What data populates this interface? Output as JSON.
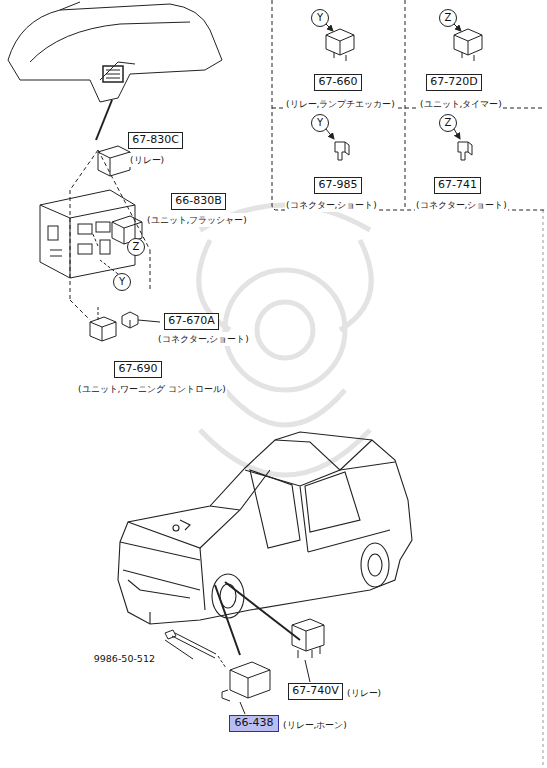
{
  "diagram": {
    "nodes": [
      {
        "text": [
          "Y"
        ]
      },
      {
        "text": [
          "Z"
        ]
      },
      {
        "text": [
          "67-660",
          "(リレー,ランプチエッカー)"
        ]
      },
      {
        "text": [
          "67-720D",
          "(ユニット,タイマー)"
        ]
      },
      {
        "text": [
          "Y"
        ]
      },
      {
        "text": [
          "Z"
        ]
      },
      {
        "text": [
          "67-985",
          "(コネクター,ショート)"
        ]
      },
      {
        "text": [
          "67-741",
          "(コネクター,ショート)"
        ]
      },
      {
        "text": [
          "67-830C",
          "(リレー)"
        ]
      },
      {
        "text": [
          "66-830B",
          "(ユニット,フラッシャー)"
        ]
      },
      {
        "text": [
          "Z"
        ]
      },
      {
        "text": [
          "Y"
        ]
      },
      {
        "text": [
          "67-670A",
          "(コネクター,ショート)"
        ]
      },
      {
        "text": [
          "67-690",
          "(ユニット,ワーニング コントロール)"
        ]
      },
      {
        "text": [
          "67-740V",
          "(リレー)"
        ]
      },
      {
        "text": [
          "66-438",
          "(リレー,ホーン)"
        ]
      }
    ],
    "labels": [
      "9986-50-512"
    ]
  }
}
